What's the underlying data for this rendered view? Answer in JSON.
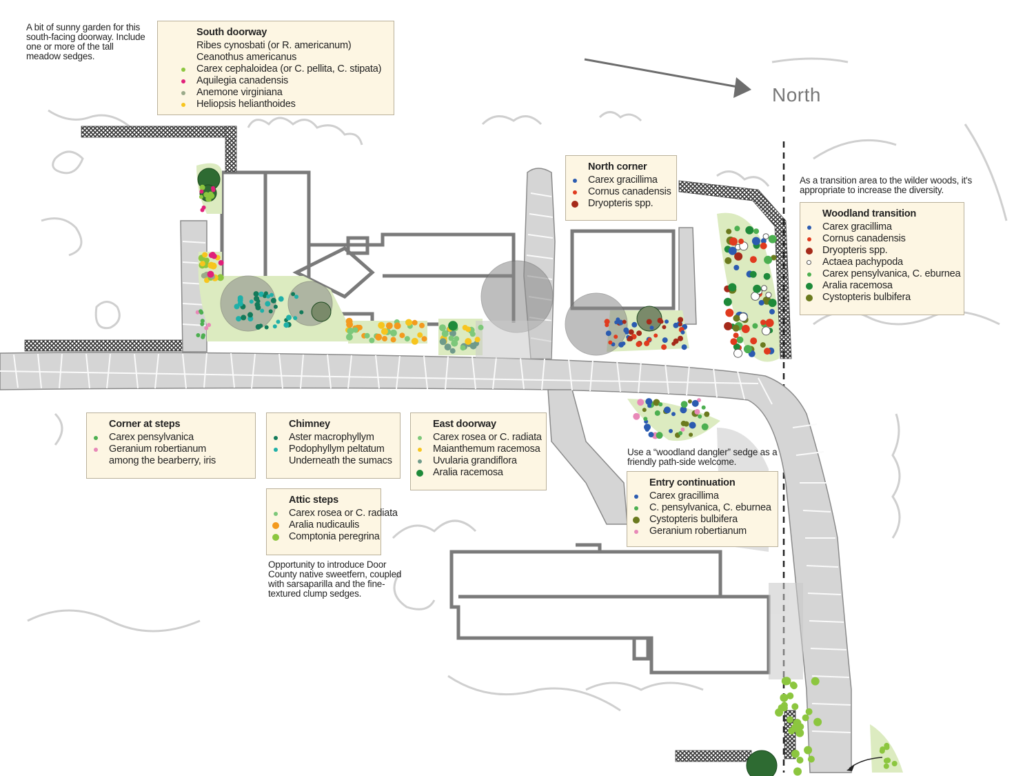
{
  "compass": {
    "label": "North"
  },
  "notes": {
    "south": "A bit of sunny garden for this south-facing doorway. Include one or more of the tall meadow sedges.",
    "transition": "As a transition area to the wilder woods, it's appropriate to increase the diversity.",
    "dangler": "Use a “woodland dangler” sedge as a friendly path-side welcome.",
    "sweetfern": "Opportunity to introduce Door County native sweetfern, coupled with sarsaparilla and the fine-textured clump sedges."
  },
  "colors": {
    "green_light": "#8cc63f",
    "pink": "#e0207a",
    "gray_green": "#9aaa8a",
    "yellow": "#f7c51e",
    "blue": "#2b5bb0",
    "red": "#e03a1e",
    "dark_red": "#a52a1a",
    "green_med": "#4caf50",
    "dark_green": "#1e8a3a",
    "olive": "#6b7a1e",
    "pink_light": "#e889b8",
    "teal_dark": "#137a5a",
    "teal": "#1fb0a8",
    "green_pale": "#7dc87a",
    "orange": "#f39a1e",
    "gray_teal": "#6f9a8a",
    "lime": "#8cc63f",
    "bed_fill": "#dcebc0",
    "stone_fill": "#d4d4d4",
    "wall_dark": "#555555"
  },
  "legends": {
    "south_doorway": {
      "title": "South doorway",
      "items": [
        {
          "label": "Ribes cynosbati (or R. americanum)",
          "marker": "shrub-icon"
        },
        {
          "label": "Ceanothus americanus",
          "marker": "none"
        },
        {
          "label": "Carex cephaloidea (or C. pellita, C. stipata)",
          "color": "green_light"
        },
        {
          "label": "Aquilegia canadensis",
          "color": "pink"
        },
        {
          "label": "Anemone virginiana",
          "color": "gray_green"
        },
        {
          "label": "Heliopsis helianthoides",
          "color": "yellow"
        }
      ]
    },
    "north_corner": {
      "title": "North corner",
      "items": [
        {
          "label": "Carex gracillima",
          "color": "blue"
        },
        {
          "label": "Cornus canadensis",
          "color": "red"
        },
        {
          "label": "Dryopteris spp.",
          "color": "dark_red"
        }
      ]
    },
    "woodland_transition": {
      "title": "Woodland transition",
      "items": [
        {
          "label": "Carex gracillima",
          "color": "blue"
        },
        {
          "label": "Cornus canadensis",
          "color": "red"
        },
        {
          "label": "Dryopteris spp.",
          "color": "dark_red"
        },
        {
          "label": "Actaea pachypoda",
          "color": "white"
        },
        {
          "label": "Carex pensylvanica, C. eburnea",
          "color": "green_med"
        },
        {
          "label": "Aralia racemosa",
          "color": "dark_green"
        },
        {
          "label": "Cystopteris bulbifera",
          "color": "olive"
        }
      ]
    },
    "corner_at_steps": {
      "title": "Corner at steps",
      "items": [
        {
          "label": "Carex pensylvanica",
          "color": "green_med"
        },
        {
          "label": "Geranium robertianum",
          "color": "pink_light"
        },
        {
          "label": "among the bearberry, iris",
          "marker": "none"
        }
      ]
    },
    "chimney": {
      "title": "Chimney",
      "items": [
        {
          "label": "Aster macrophyllym",
          "color": "teal_dark"
        },
        {
          "label": "Podophyllym peltatum",
          "color": "teal"
        },
        {
          "label": "Underneath the sumacs",
          "marker": "none"
        }
      ]
    },
    "east_doorway": {
      "title": "East doorway",
      "items": [
        {
          "label": "Carex rosea or C. radiata",
          "color": "green_pale"
        },
        {
          "label": "Maianthemum racemosa",
          "color": "yellow"
        },
        {
          "label": "Uvularia grandiflora",
          "color": "gray_teal"
        },
        {
          "label": "Aralia racemosa",
          "color": "dark_green"
        }
      ]
    },
    "attic_steps": {
      "title": "Attic steps",
      "items": [
        {
          "label": "Carex rosea or C. radiata",
          "color": "green_pale"
        },
        {
          "label": "Aralia nudicaulis",
          "color": "orange"
        },
        {
          "label": "Comptonia peregrina",
          "color": "lime"
        }
      ]
    },
    "entry_continuation": {
      "title": "Entry continuation",
      "items": [
        {
          "label": "Carex gracillima",
          "color": "blue"
        },
        {
          "label": "C. pensylvanica, C. eburnea",
          "color": "green_med"
        },
        {
          "label": "Cystopteris bulbifera",
          "color": "olive"
        },
        {
          "label": "Geranium robertianum",
          "color": "pink_light"
        }
      ]
    }
  }
}
